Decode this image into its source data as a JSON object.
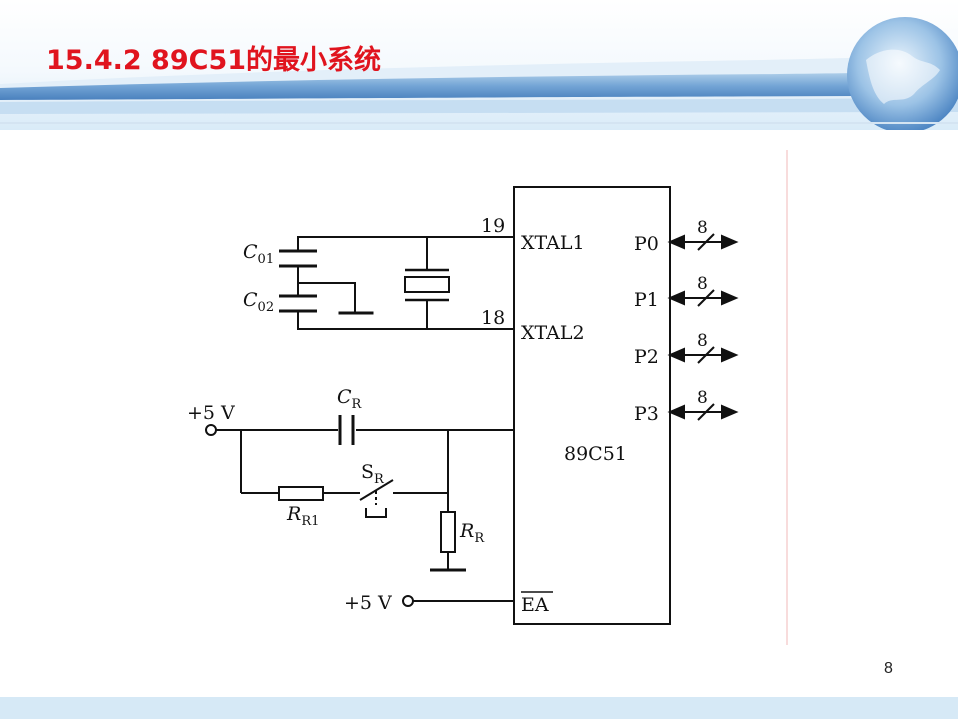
{
  "slide": {
    "title": "15.4.2  89C51的最小系统",
    "page_number": "8",
    "accent_color": "#e0141e"
  },
  "chip": {
    "name": "89C51",
    "left_pins": {
      "xtal1": {
        "name": "XTAL1",
        "number": "19"
      },
      "xtal2": {
        "name": "XTAL2",
        "number": "18"
      },
      "ea": {
        "name": "EA"
      }
    },
    "ports": [
      {
        "name": "P0",
        "width": "8"
      },
      {
        "name": "P1",
        "width": "8"
      },
      {
        "name": "P2",
        "width": "8"
      },
      {
        "name": "P3",
        "width": "8"
      }
    ]
  },
  "components": {
    "c01": {
      "main": "C",
      "sub": "01"
    },
    "c02": {
      "main": "C",
      "sub": "02"
    },
    "cr": {
      "main": "C",
      "sub": "R"
    },
    "rr1": {
      "main": "R",
      "sub": "R1"
    },
    "sr": {
      "main": "S",
      "sub": "R"
    },
    "rr": {
      "main": "R",
      "sub": "R"
    }
  },
  "supply": {
    "reset_vcc": "+5 V",
    "ea_vcc": "+5 V"
  }
}
